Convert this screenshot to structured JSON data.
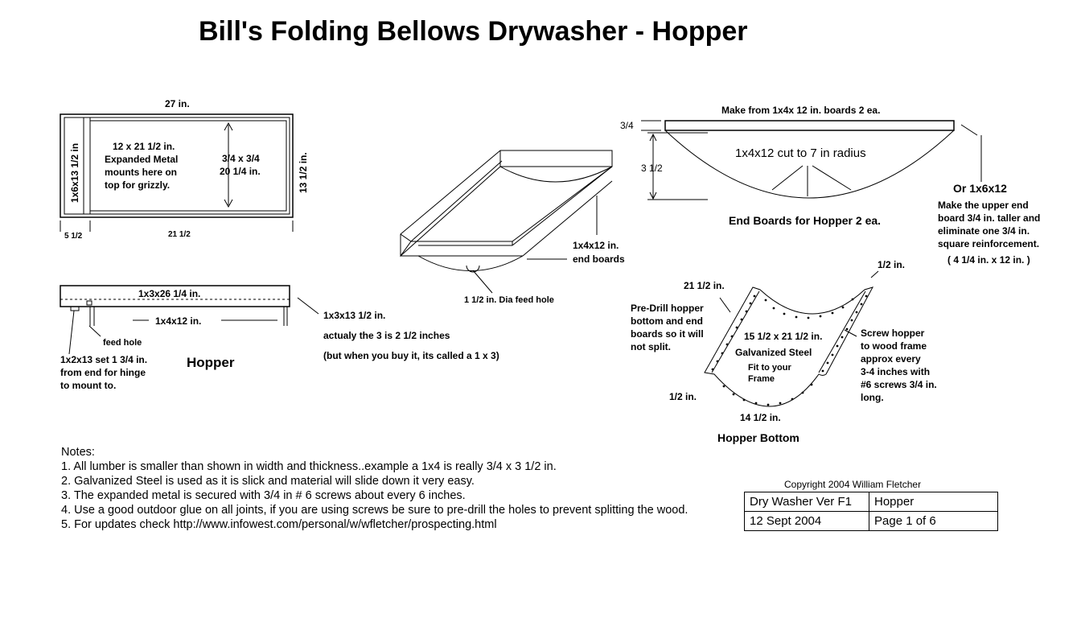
{
  "title": "Bill's Folding Bellows Drywasher - Hopper",
  "top_view": {
    "width_label": "27 in.",
    "side_label": "1x6x13 1/2 in",
    "expanded_metal": [
      "12 x 21 1/2 in.",
      "Expanded Metal",
      "mounts here on",
      "top for grizzly."
    ],
    "strip_label": [
      "3/4 x 3/4",
      "20 1/4 in."
    ],
    "height_label": "13 1/2 in.",
    "bottom_left": "5 1/2",
    "bottom_mid": "21 1/2"
  },
  "side_view": {
    "top_label": "1x3x26 1/4 in.",
    "lower_label": "1x4x12 in.",
    "feed_hole": "feed hole",
    "hinge": [
      "1x2x13 set 1 3/4 in.",
      "from end for hinge",
      "to mount to."
    ],
    "caption": "Hopper",
    "right_notes": [
      "1x3x13 1/2 in.",
      "actualy the 3 is 2 1/2 inches",
      "(but when you buy it, its called a 1 x 3)"
    ]
  },
  "iso_view": {
    "end_boards": [
      "1x4x12 in.",
      "end boards"
    ],
    "feed_hole": "1 1/2 in. Dia feed hole"
  },
  "end_board": {
    "make_from": "Make from 1x4x 12 in. boards 2 ea.",
    "dim_top": "3/4",
    "dim_side": "3 1/2",
    "cut_label": "1x4x12 cut to  7  in radius",
    "caption": "End Boards for Hopper 2 ea.",
    "alt": "Or 1x6x12",
    "alt_notes": [
      "Make the upper end",
      "board 3/4 in. taller and",
      "eliminate one 3/4 in.",
      "square  reinforcement."
    ],
    "alt_size": "( 4 1/4 in. x 12 in. )"
  },
  "hopper_bottom": {
    "top_left": "21 1/2 in.",
    "top_right": "1/2 in.",
    "predrill": [
      "Pre-Drill hopper",
      "bottom and end",
      "boards so it will",
      "not split."
    ],
    "size": "15 1/2 x 21 1/2 in.",
    "material": "Galvanized Steel",
    "fit": [
      "Fit to your",
      "Frame"
    ],
    "left_flange": "1/2 in.",
    "bottom_dim": "14 1/2 in.",
    "caption": "Hopper Bottom",
    "screw": [
      "Screw hopper",
      "to wood frame",
      "approx every",
      "3-4 inches with",
      "#6 screws 3/4 in.",
      "long."
    ]
  },
  "notes": {
    "header": "Notes:",
    "items": [
      "1. All lumber is smaller than shown in width and thickness..example a 1x4 is really  3/4 x 3 1/2 in.",
      "2. Galvanized Steel is used as it is slick and material will slide down it very easy.",
      "3. The expanded metal is secured with 3/4 in # 6 screws about every 6 inches.",
      "4. Use a good outdoor glue on all joints, if you are using screws be sure to pre-drill the holes to prevent splitting the wood.",
      "5. For updates check    http://www.infowest.com/personal/w/wfletcher/prospecting.html"
    ]
  },
  "title_block": {
    "copyright": "Copyright  2004  William Fletcher",
    "r1c1": "Dry Washer Ver F1",
    "r1c2": "Hopper",
    "r2c1": "12 Sept 2004",
    "r2c2": "Page 1 of  6"
  }
}
